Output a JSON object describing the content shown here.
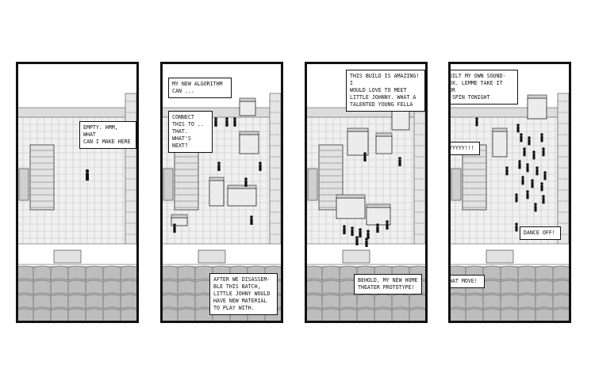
{
  "comic": {
    "panels": [
      {
        "id": 1,
        "captions": [
          {
            "text": "EMPTY. HMM, WHAT\nCAN I MAKE HERE"
          }
        ]
      },
      {
        "id": 2,
        "captions": [
          {
            "text": "MY NEW ALGORITHM\nCAN ..."
          },
          {
            "text": "CONNECT\nTHIS TO ..\nTHAT. WHAT'S\nNEXT?"
          },
          {
            "text": "AFTER WE DISASSEM-\nBLE THIS BATCH,\nLITTLE JOHNY WOULD\nHAVE NEW MATERIAL\nTO PLAY WITH."
          }
        ]
      },
      {
        "id": 3,
        "captions": [
          {
            "text": "THIS BUILD IS AMAZING! I\nWOULD LOVE TO MEET\nLITTLE JOHNNY. WHAT A\nTALENTED YOUNG FELLA"
          },
          {
            "text": "BEHOLD, MY NEW HOME\nTHEATER PROTOTYPE!"
          }
        ]
      },
      {
        "id": 4,
        "captions": [
          {
            "text": "BUILT MY OWN SOUND-\nBOX. LEMME TAKE IT FOR\nA SPIN TONIGHT"
          },
          {
            "text": "AYYYYY!!!"
          },
          {
            "text": "DANCE OFF!"
          },
          {
            "text": "THAT MOVE!"
          }
        ]
      }
    ]
  }
}
